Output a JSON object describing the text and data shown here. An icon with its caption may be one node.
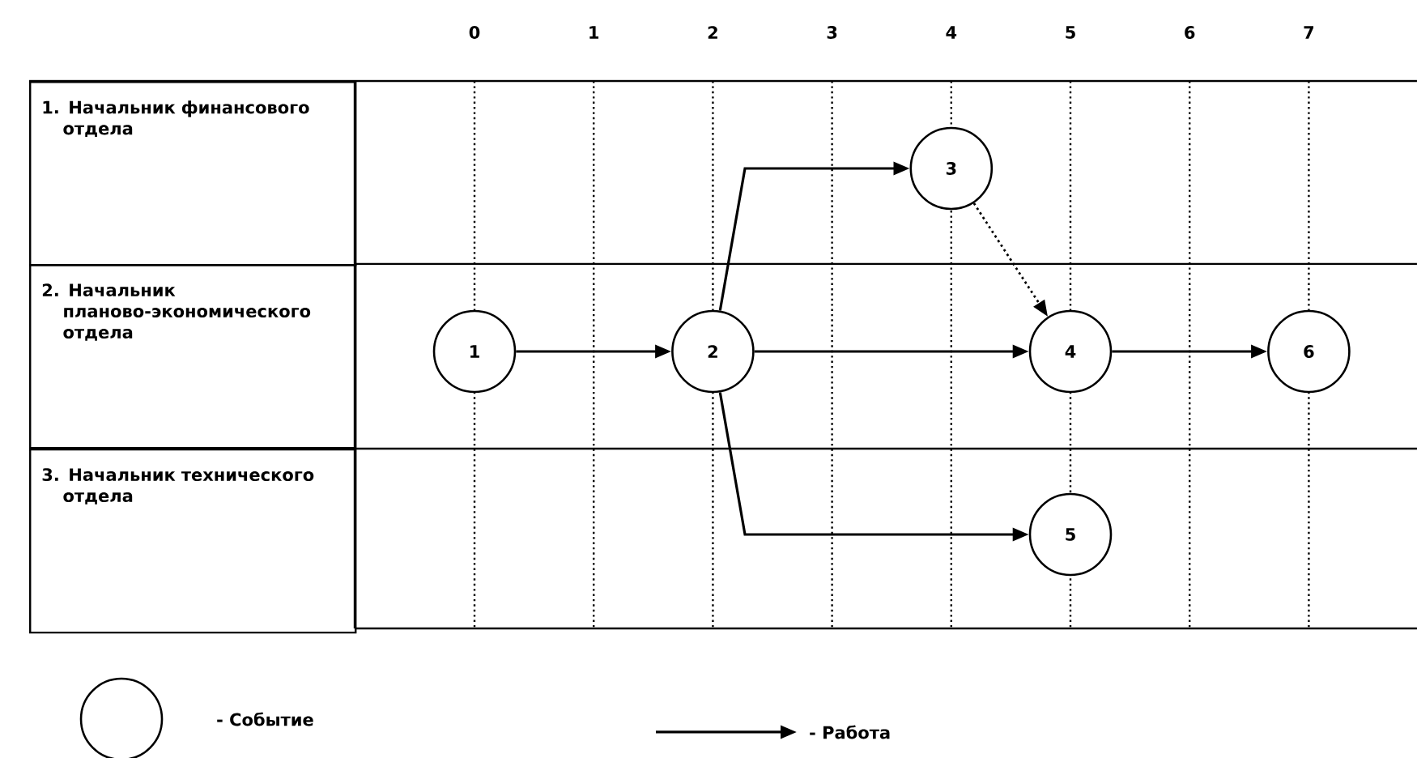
{
  "diagram": {
    "nodes": [
      {
        "text": [
          "1. Начальник финансового отдела"
        ]
      },
      {
        "text": [
          "2. Начальник планово-экономического отдела"
        ]
      },
      {
        "text": [
          "3. Начальник технического отдела"
        ]
      },
      {
        "text": [
          "1"
        ]
      },
      {
        "text": [
          "2"
        ]
      },
      {
        "text": [
          "3"
        ]
      },
      {
        "text": [
          "4"
        ]
      },
      {
        "text": [
          "5"
        ]
      },
      {
        "text": [
          "6"
        ]
      }
    ],
    "edges": [
      {
        "from": 3,
        "to": 4,
        "arrow": "to"
      },
      {
        "from": 4,
        "to": 5,
        "arrow": "to"
      },
      {
        "from": 4,
        "to": 6,
        "arrow": "to"
      },
      {
        "from": 4,
        "to": 7,
        "arrow": "to"
      },
      {
        "from": 5,
        "to": 6,
        "arrow": "to",
        "style": "dashed"
      },
      {
        "from": 6,
        "to": 8,
        "arrow": "to"
      }
    ],
    "labels": [
      "0",
      "1",
      "2",
      "3",
      "4",
      "5",
      "6",
      "7"
    ],
    "legend": [
      {
        "text": "- Событие"
      },
      {
        "text": "- Работа"
      }
    ]
  }
}
